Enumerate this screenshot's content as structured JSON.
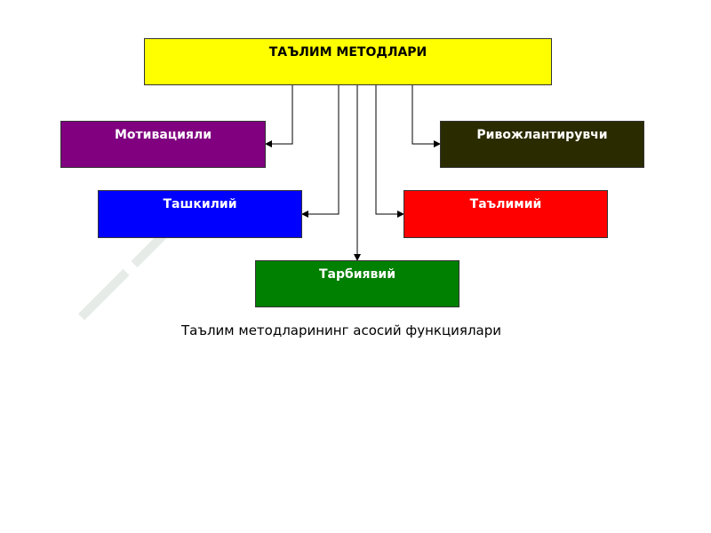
{
  "diagram": {
    "root": {
      "label": "ТАЪЛИМ МЕТОДЛАРИ",
      "fill": "#ffff00",
      "text_color": "#000000"
    },
    "nodes": [
      {
        "id": "motivation",
        "label": "Мотивацияли",
        "fill": "#800080",
        "text_color": "#ffffff"
      },
      {
        "id": "developing",
        "label": "Ривожлантирувчи",
        "fill": "#2b2b00",
        "text_color": "#ffffff"
      },
      {
        "id": "organizational",
        "label": "Ташкилий",
        "fill": "#0000ff",
        "text_color": "#ffffff"
      },
      {
        "id": "educational",
        "label": "Таълимий",
        "fill": "#ff0000",
        "text_color": "#ffffff"
      },
      {
        "id": "upbringing",
        "label": "Тарбиявий",
        "fill": "#008000",
        "text_color": "#ffffff"
      }
    ],
    "caption": "Таълим методларининг асосий функциялари"
  }
}
